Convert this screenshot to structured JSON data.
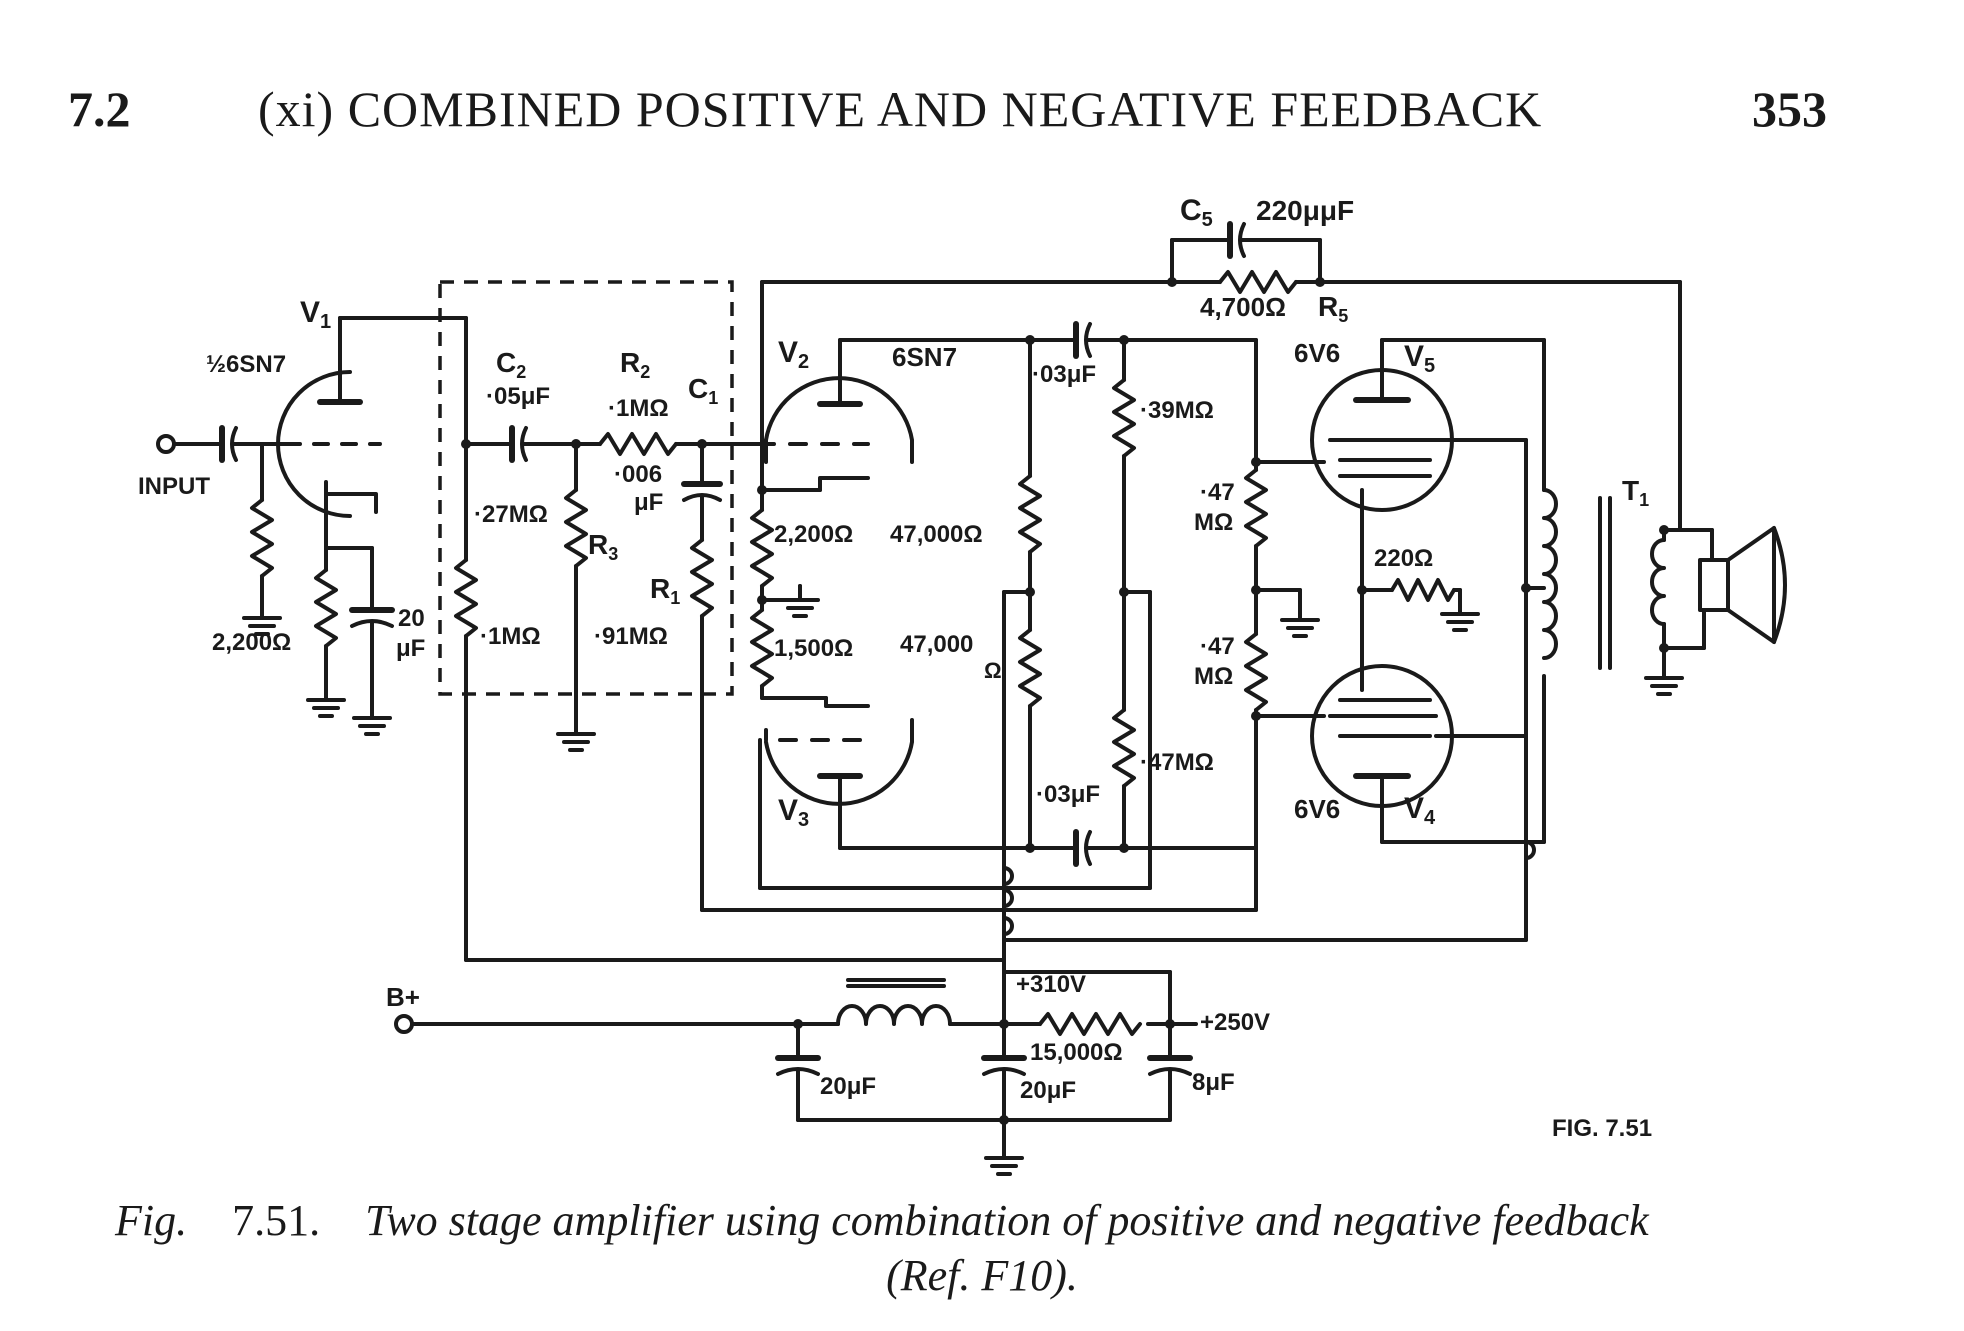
{
  "header": {
    "section": "7.2",
    "title": "(xi) COMBINED POSITIVE AND NEGATIVE FEEDBACK",
    "page_number": "353"
  },
  "schematic": {
    "fig_tag": "FIG. 7.51",
    "labels": {
      "v1": "V",
      "v1_sub": "1",
      "v1_type": "½6SN7",
      "input": "INPUT",
      "r_cath_v1": "2,200Ω",
      "c_cath_v1_a": "20",
      "c_cath_v1_b": "μF",
      "c2": "C",
      "c2_sub": "2",
      "c2_val": "·05μF",
      "r2": "R",
      "r2_sub": "2",
      "r2_val": "·1MΩ",
      "c1": "C",
      "c1_sub": "1",
      "c1_val_a": "·006",
      "c1_val_b": "μF",
      "r_27": "·27MΩ",
      "r3": "R",
      "r3_sub": "3",
      "r1": "R",
      "r1_sub": "1",
      "r_1m": "·1MΩ",
      "r_91": "·91MΩ",
      "v2": "V",
      "v2_sub": "2",
      "v2_type": "6SN7",
      "r_2200": "2,200Ω",
      "r_1500": "1,500Ω",
      "r_47000_a": "47,000Ω",
      "r_47000_b": "47,000",
      "r_47000_b2": "Ω",
      "v3": "V",
      "v3_sub": "3",
      "c_03_top": "·03μF",
      "c_03_bot": "·03μF",
      "r_39": "·39MΩ",
      "r_47m_low": "·47MΩ",
      "r_47_top_a": "·47",
      "r_47_top_b": "MΩ",
      "r_47_bot_a": "·47",
      "r_47_bot_b": "MΩ",
      "c5": "C",
      "c5_sub": "5",
      "c5_val": "220μμF",
      "r5_val": "4,700Ω",
      "r5": "R",
      "r5_sub": "5",
      "v5_type": "6V6",
      "v5": "V",
      "v5_sub": "5",
      "v4_type": "6V6",
      "v4": "V",
      "v4_sub": "4",
      "r_220": "220Ω",
      "t1": "T",
      "t1_sub": "1",
      "bplus": "B+",
      "v310": "+310V",
      "v250": "+250V",
      "r_15000": "15,000Ω",
      "c_20_a": "20μF",
      "c_20_b": "20μF",
      "c_8": "8μF"
    }
  },
  "caption": {
    "fig_label": "Fig.",
    "fig_number": "7.51.",
    "text": "Two stage amplifier using combination of positive and negative feedback",
    "ref": "(Ref. F10)."
  }
}
